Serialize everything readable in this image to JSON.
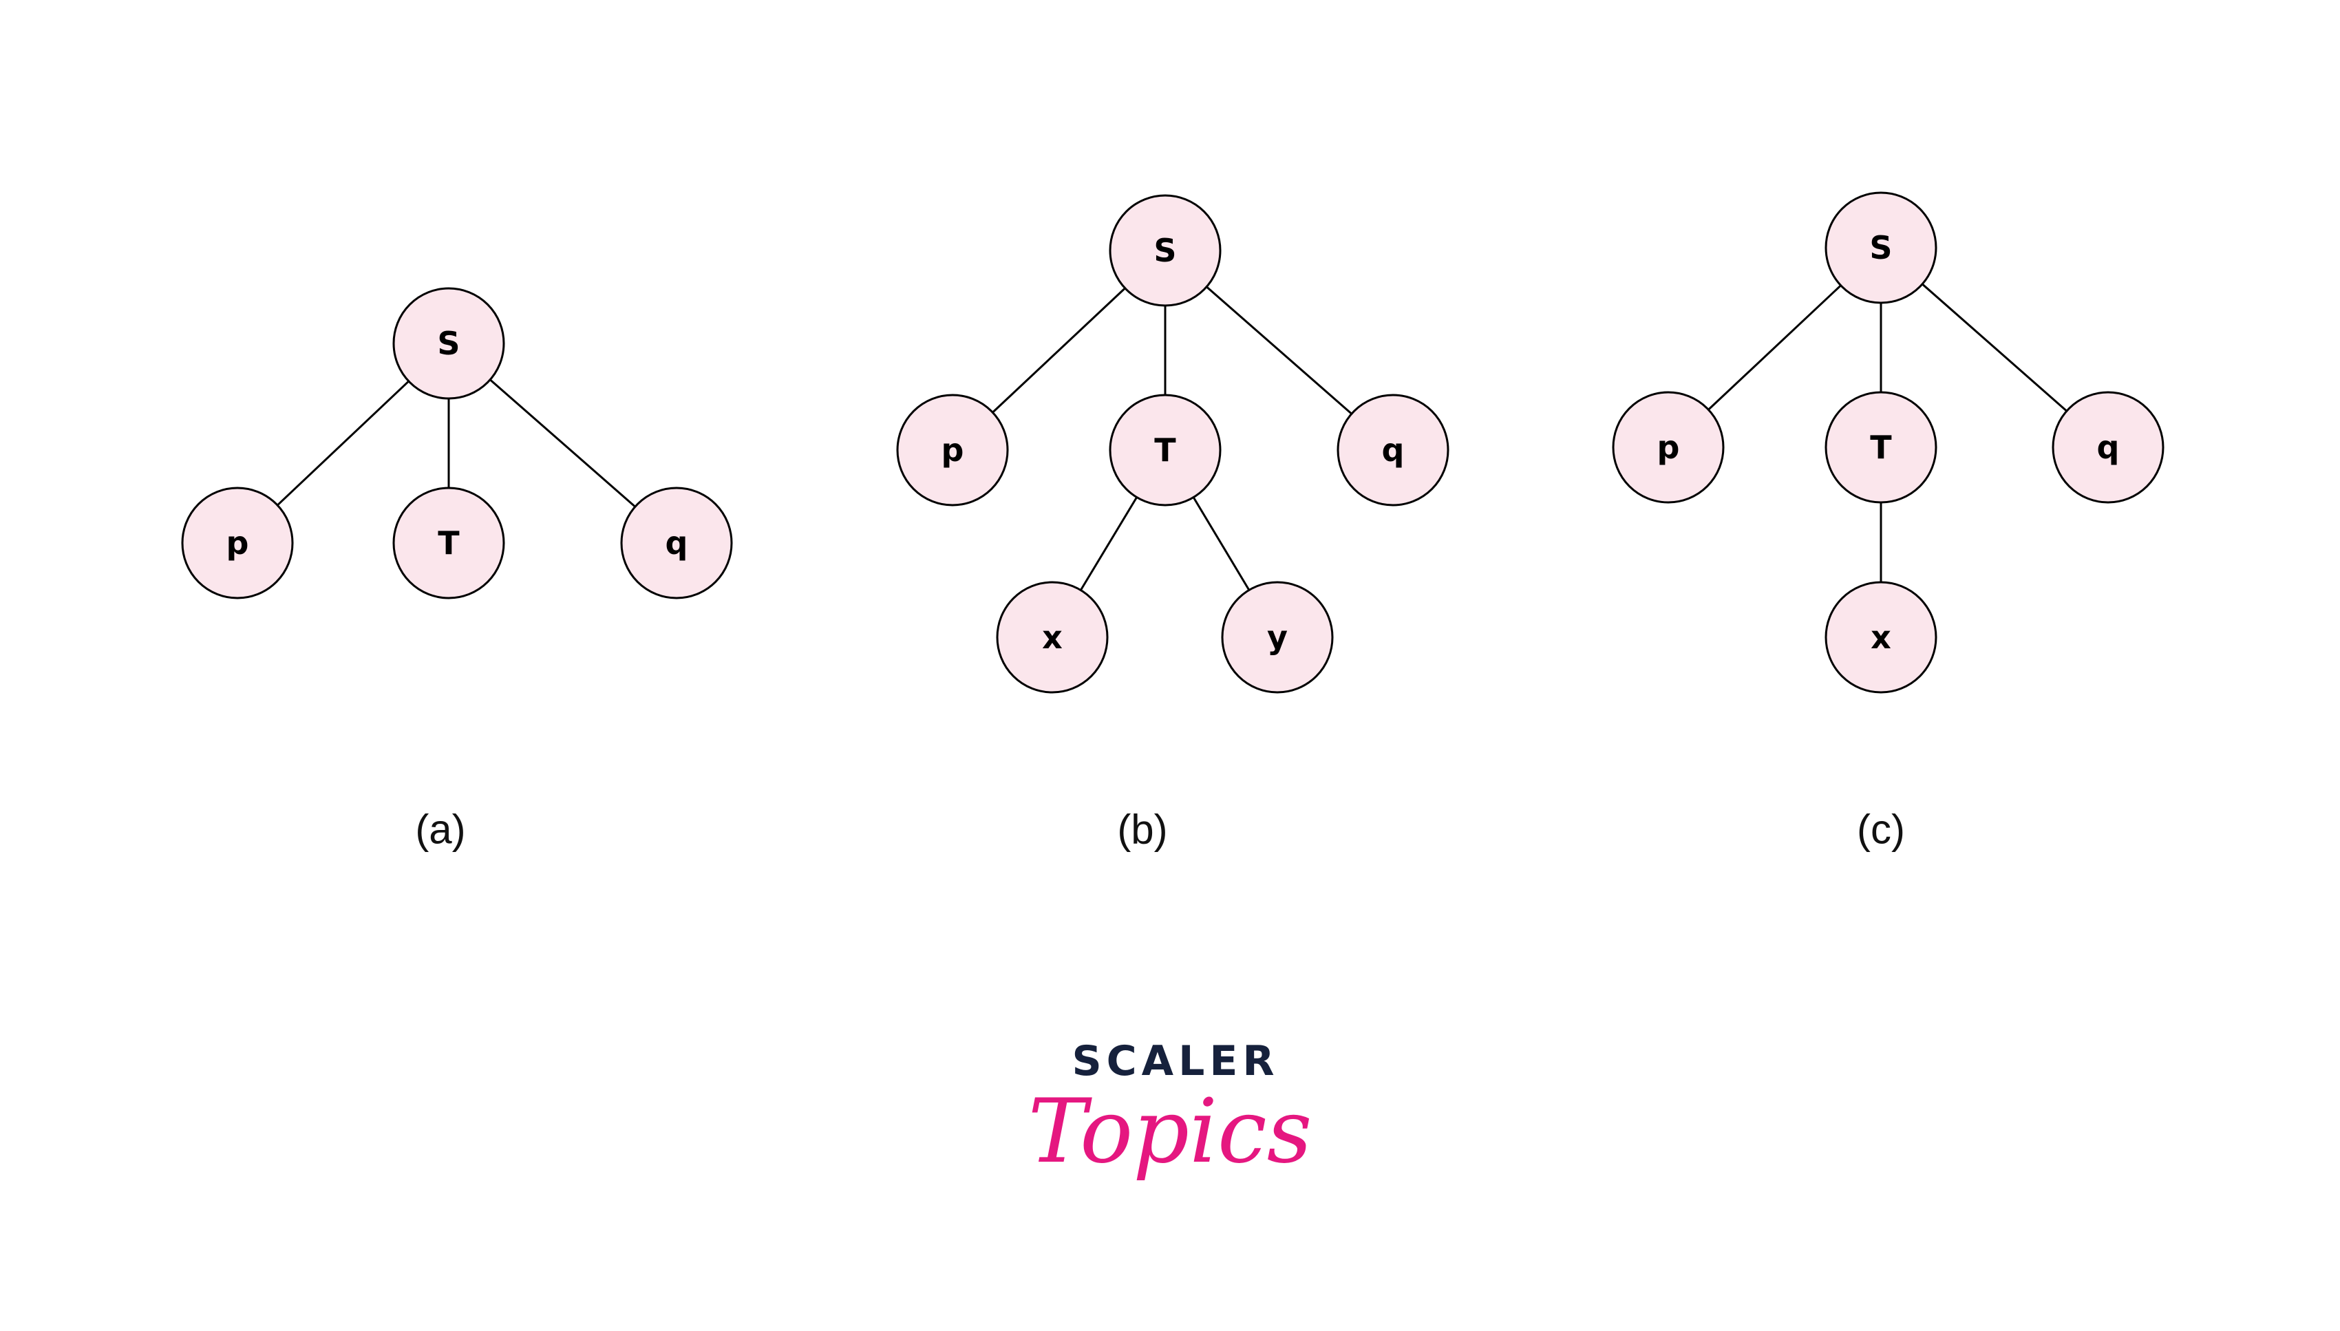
{
  "trees": [
    {
      "caption": "(a)",
      "nodes": [
        {
          "id": "S",
          "label": "S"
        },
        {
          "id": "p",
          "label": "p"
        },
        {
          "id": "T",
          "label": "T"
        },
        {
          "id": "q",
          "label": "q"
        }
      ],
      "edges": [
        [
          "S",
          "p"
        ],
        [
          "S",
          "T"
        ],
        [
          "S",
          "q"
        ]
      ]
    },
    {
      "caption": "(b)",
      "nodes": [
        {
          "id": "S",
          "label": "S"
        },
        {
          "id": "p",
          "label": "p"
        },
        {
          "id": "T",
          "label": "T"
        },
        {
          "id": "q",
          "label": "q"
        },
        {
          "id": "x",
          "label": "x"
        },
        {
          "id": "y",
          "label": "y"
        }
      ],
      "edges": [
        [
          "S",
          "p"
        ],
        [
          "S",
          "T"
        ],
        [
          "S",
          "q"
        ],
        [
          "T",
          "x"
        ],
        [
          "T",
          "y"
        ]
      ]
    },
    {
      "caption": "(c)",
      "nodes": [
        {
          "id": "S",
          "label": "S"
        },
        {
          "id": "p",
          "label": "p"
        },
        {
          "id": "T",
          "label": "T"
        },
        {
          "id": "q",
          "label": "q"
        },
        {
          "id": "x",
          "label": "x"
        }
      ],
      "edges": [
        [
          "S",
          "p"
        ],
        [
          "S",
          "T"
        ],
        [
          "S",
          "q"
        ],
        [
          "T",
          "x"
        ]
      ]
    }
  ],
  "logo": {
    "top": "SCALER",
    "bottom": "Topics"
  },
  "colors": {
    "node_fill": "#fbe6ec",
    "stroke": "#000000",
    "logo_dark": "#16213c",
    "logo_pink": "#e51780"
  }
}
